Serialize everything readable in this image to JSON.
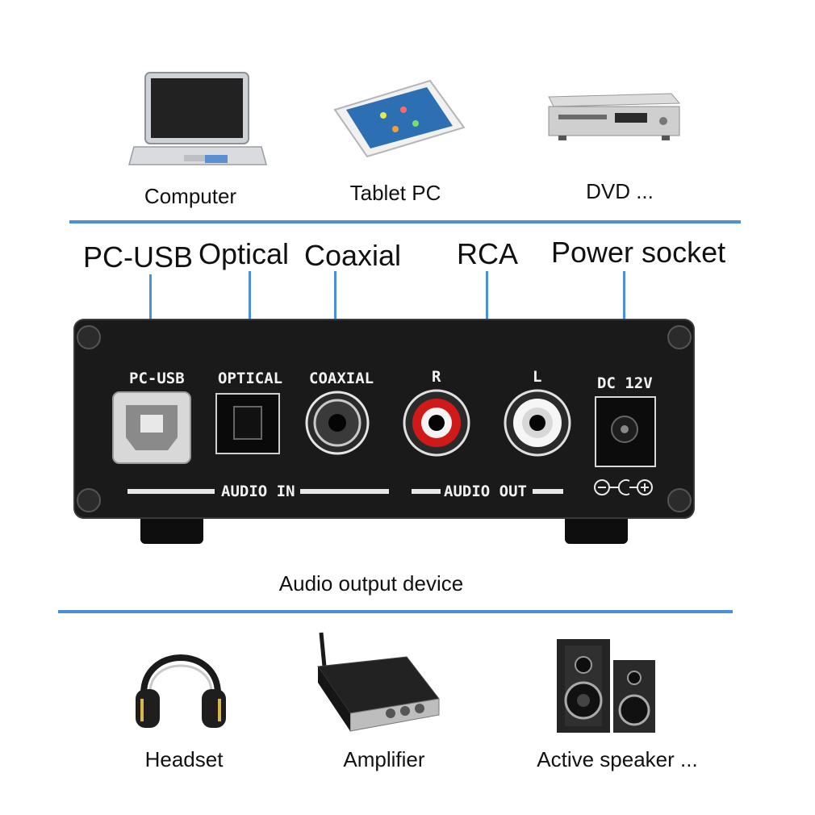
{
  "sources": {
    "items": [
      {
        "label": "Computer",
        "icon": "laptop-icon"
      },
      {
        "label": "Tablet PC",
        "icon": "tablet-icon"
      },
      {
        "label": "DVD ...",
        "icon": "dvd-player-icon"
      }
    ]
  },
  "ports": {
    "callouts": [
      "PC-USB",
      "Optical",
      "Coaxial",
      "RCA",
      "Power socket"
    ]
  },
  "panel": {
    "labels": {
      "pcusb": "PC-USB",
      "optical": "OPTICAL",
      "coaxial": "COAXIAL",
      "r": "R",
      "l": "L",
      "dc": "DC 12V"
    },
    "audio_in": "AUDIO IN",
    "audio_out": "AUDIO OUT"
  },
  "device_caption": "Audio output device",
  "outputs": {
    "items": [
      {
        "label": "Headset",
        "icon": "headphones-icon"
      },
      {
        "label": "Amplifier",
        "icon": "amplifier-icon"
      },
      {
        "label": "Active speaker ...",
        "icon": "speaker-icon"
      }
    ]
  },
  "colors": {
    "accent": "#4a8fd9",
    "panel": "#1a1a1a",
    "rca_red": "#d01a1a"
  }
}
